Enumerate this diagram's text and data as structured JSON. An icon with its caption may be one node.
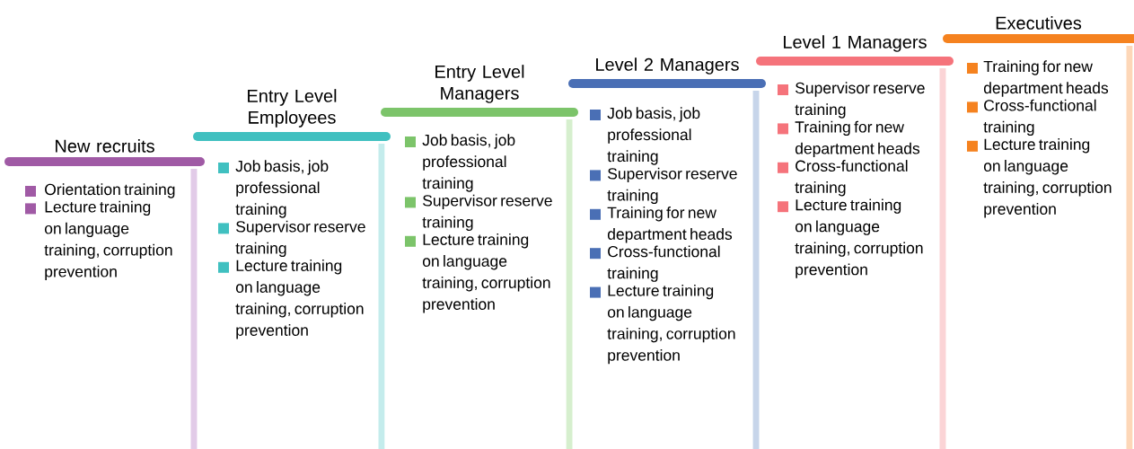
{
  "diagram": {
    "nodes": [
      {
        "text": [
          "New recruits",
          "Orientation training",
          "Lecture training on language training, corruption prevention"
        ]
      },
      {
        "text": [
          "Entry Level Employees",
          "Job basis, job professional training",
          "Supervisor reserve training",
          "Lecture training on language training, corruption prevention"
        ]
      },
      {
        "text": [
          "Entry Level Managers",
          "Job basis, job professional training",
          "Supervisor reserve training",
          "Lecture training on language training, corruption prevention"
        ]
      },
      {
        "text": [
          "Level 2 Managers",
          "Job basis, job professional training",
          "Supervisor reserve training",
          "Training for new department heads",
          "Cross-functional training",
          "Lecture training on language training, corruption prevention"
        ]
      },
      {
        "text": [
          "Level 1 Managers",
          "Supervisor reserve training",
          "Training for new department heads",
          "Cross-functional training",
          "Lecture training on language training, corruption prevention"
        ]
      },
      {
        "text": [
          "Executives",
          "Training for new department heads",
          "Cross-functional training",
          "Lecture training on language training, corruption prevention"
        ]
      }
    ]
  }
}
